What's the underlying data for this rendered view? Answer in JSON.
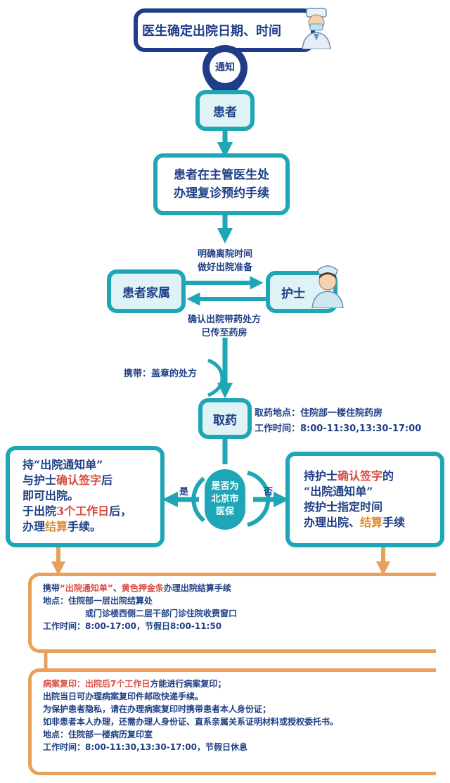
{
  "top": {
    "title": "医生确定出院日期、时间"
  },
  "notify": {
    "label": "通知"
  },
  "patient": {
    "label": "患者"
  },
  "revisit": {
    "line1": "患者在主管医生处",
    "line2": "办理复诊预约手续"
  },
  "nurse_exchange": {
    "top_line1": "明确离院时间",
    "top_line2": "做好出院准备",
    "family_label": "患者家属",
    "nurse_label": "护士",
    "bottom_line1": "确认出院带药处方",
    "bottom_line2": "已传至药房"
  },
  "carry": {
    "label": "携带：盖章的处方"
  },
  "pickup": {
    "label": "取药",
    "location": "取药地点：住院部一楼住院药房",
    "hours": "工作时间：8:00-11:30,13:30-17:00"
  },
  "decision": {
    "line1": "是否为",
    "line2": "北京市",
    "line3": "医保",
    "yes": "是",
    "no": "否"
  },
  "left_box": {
    "l1": "持“出院通知单”",
    "l2a": "与护士",
    "l2b": "确认签字",
    "l2c": "后",
    "l3": "即可出院。",
    "l4a": "于出院",
    "l4b": "3个工作日",
    "l4c": "后，",
    "l5a": "办理",
    "l5b": "结算",
    "l5c": "手续。"
  },
  "right_box": {
    "l1a": "持护士",
    "l1b": "确认签字",
    "l1c": "的",
    "l2": "“出院通知单”",
    "l3": "按护士指定时间",
    "l4a": "办理出院、",
    "l4b": "结算",
    "l4c": "手续"
  },
  "settle": {
    "l1a": "携带",
    "l1b": "“出院通知单”",
    "l1c": "、",
    "l1d": "黄色押金条",
    "l1e": "办理出院结算手续",
    "l2": "地点：住院部一层出院结算处",
    "l3": "或门诊楼西侧二层干部门诊住院收费窗口",
    "l4": "工作时间：8:00-17:00，节假日8:00-11:50"
  },
  "copy": {
    "l1a": "病案复印：",
    "l1b": "出院后7个工作日",
    "l1c": "方能进行病案复印；",
    "l2": "出院当日可办理病案复印件邮政快递手续。",
    "l3": "为保护患者隐私，请在办理病案复印时携带患者本人身份证；",
    "l4": "如非患者本人办理，还需办理人身份证、直系亲属关系证明材料或授权委托书。",
    "l5": "地点：住院部一楼病历复印室",
    "l6": "工作时间：8:00-11:30,13:30-17:00，节假日休息"
  },
  "colors": {
    "teal": "#1fa6b6",
    "navy": "#1f3c88",
    "orange": "#e8a15a",
    "red": "#d94b43"
  },
  "icons": [
    "doctor-icon",
    "nurse-icon"
  ]
}
